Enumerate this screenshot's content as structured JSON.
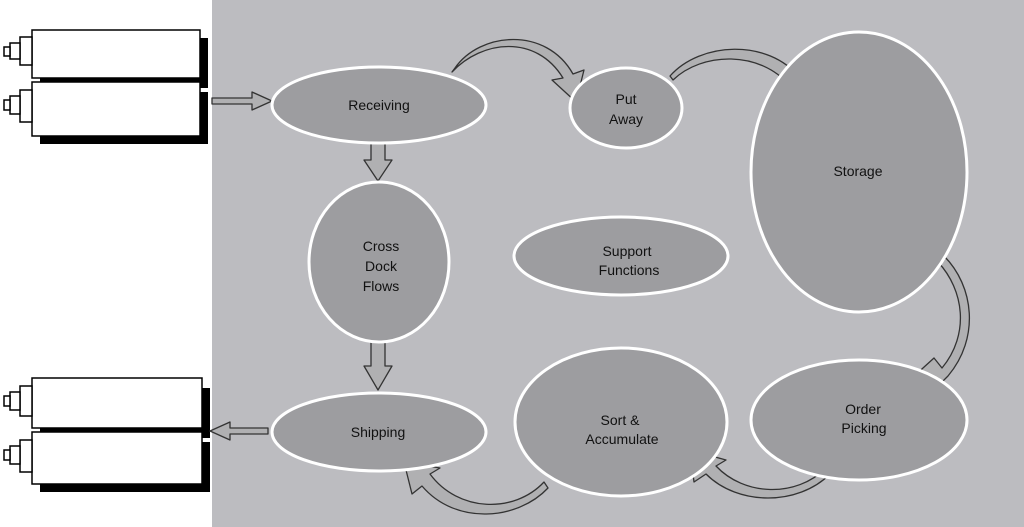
{
  "colors": {
    "panel_bg": "#bcbcc0",
    "node_fill": "#9d9da0",
    "node_stroke": "#ffffff",
    "arrow_fill": "#b0b0b2",
    "arrow_stroke": "#333333",
    "truck_fill": "#ffffff",
    "truck_shadow": "#000000"
  },
  "nodes": {
    "receiving": {
      "line1": "Receiving"
    },
    "put_away": {
      "line1": "Put",
      "line2": "Away"
    },
    "storage": {
      "line1": "Storage"
    },
    "cross_dock": {
      "line1": "Cross",
      "line2": "Dock",
      "line3": "Flows"
    },
    "support": {
      "line1": "Support",
      "line2": "Functions"
    },
    "order_picking": {
      "line1": "Order",
      "line2": "Picking"
    },
    "sort_accumulate": {
      "line1": "Sort &",
      "line2": "Accumulate"
    },
    "shipping": {
      "line1": "Shipping"
    }
  },
  "icons": {
    "inbound_truck": "truck-icon",
    "outbound_truck": "truck-icon"
  }
}
